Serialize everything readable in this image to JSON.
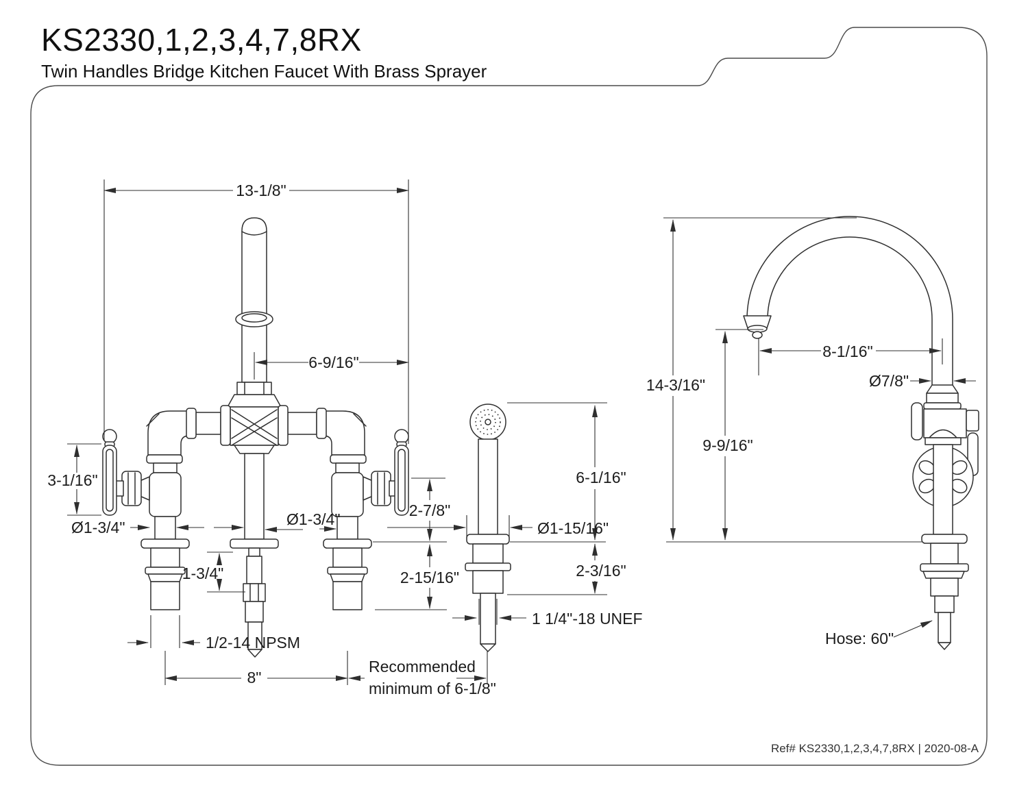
{
  "header": {
    "title": "KS2330,1,2,3,4,7,8RX",
    "subtitle": "Twin Handles Bridge Kitchen Faucet With Brass Sprayer"
  },
  "footer": {
    "ref": "Ref# KS2330,1,2,3,4,7,8RX | 2020-08-A"
  },
  "dims": {
    "front": {
      "overall_width": "13-1/8\"",
      "spout_center_to_edge": "6-9/16\"",
      "handle_height": "3-1/16\"",
      "left_shank_diameter": "Ø1-3/4\"",
      "center_column_diameter": "Ø1-3/4\"",
      "handle_above_deck": "2-7/8\"",
      "shank_below_deck": "2-15/16\"",
      "center_hose_drop": "1-3/4\"",
      "shank_thread": "1/2-14 NPSM",
      "handle_spread": "8\"",
      "sprayer_clearance_line1": "Recommended",
      "sprayer_clearance_line2": "minimum of 6-1/8\""
    },
    "sprayer": {
      "height_above_deck": "6-1/16\"",
      "base_diameter": "Ø1-15/16\"",
      "shank_below_deck": "2-3/16\"",
      "shank_thread": "1 1/4\"-18 UNEF"
    },
    "side": {
      "overall_height": "14-3/16\"",
      "spout_clearance": "9-9/16\"",
      "spout_reach": "8-1/16\"",
      "spout_diameter": "Ø7/8\"",
      "hose_length": "Hose: 60\""
    }
  }
}
